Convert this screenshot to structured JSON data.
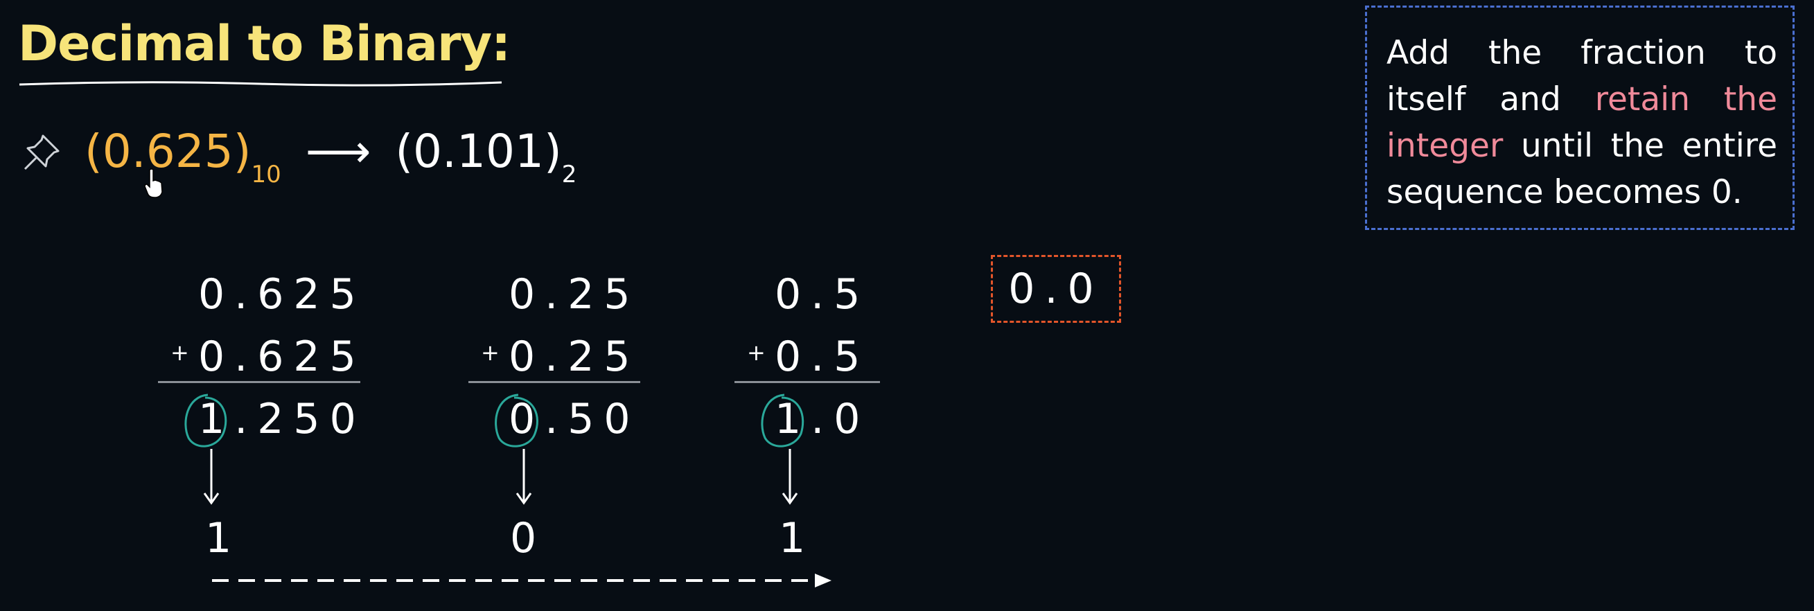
{
  "title": "Decimal to Binary:",
  "conversion": {
    "decimal_value": "(0.625)",
    "decimal_base": "10",
    "arrow": "⟶",
    "binary_value": "(0.101)",
    "binary_base": "2"
  },
  "note": {
    "part1": "Add the fraction to itself and ",
    "highlight": "retain the integer",
    "part2": " until the entire sequence becomes 0."
  },
  "steps": [
    {
      "top": "0.625",
      "plus_sign": "+",
      "addend": "0.625",
      "result_int": "1",
      "result_frac": ".250",
      "bit": "1"
    },
    {
      "top": "0.25",
      "plus_sign": "+",
      "addend": "0.25",
      "result_int": "0",
      "result_frac": ".50",
      "bit": "0"
    },
    {
      "top": "0.5",
      "plus_sign": "+",
      "addend": "0.5",
      "result_int": "1",
      "result_frac": ".0",
      "bit": "1"
    }
  ],
  "final_value": "0.0",
  "colors": {
    "background": "#070d14",
    "title": "#f7e47a",
    "decimal": "#f5b545",
    "highlight": "#f08a9a",
    "circle": "#2aa89a",
    "note_border": "#4a6fd0",
    "final_border": "#e2552a"
  },
  "icons": [
    "pin-icon",
    "hand-cursor-icon"
  ]
}
